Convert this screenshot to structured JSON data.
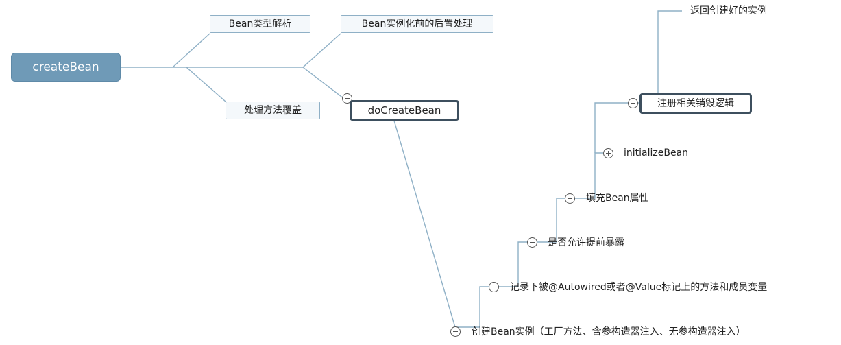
{
  "root": {
    "label": "createBean"
  },
  "nodes": {
    "bean_type_resolve": "Bean类型解析",
    "method_override": "处理方法覆盖",
    "post_process_before_instantiation": "Bean实例化前的后置处理",
    "do_create_bean": "doCreateBean"
  },
  "steps": {
    "create_instance": "创建Bean实例（工厂方法、含参构造器注入、无参构造器注入）",
    "record_autowired": "记录下被@Autowired或者@Value标记上的方法和成员变量",
    "allow_early_exposure": "是否允许提前暴露",
    "populate_bean": "填充Bean属性",
    "initialize_bean": "initializeBean",
    "register_destroy": "注册相关销毁逻辑",
    "return_instance": "返回创建好的实例"
  },
  "colors": {
    "root_fill": "#6f9ab7",
    "connector": "#8fb0c6",
    "box_fill": "#f4f8fb",
    "emphasis_border": "#3d4f5e"
  }
}
